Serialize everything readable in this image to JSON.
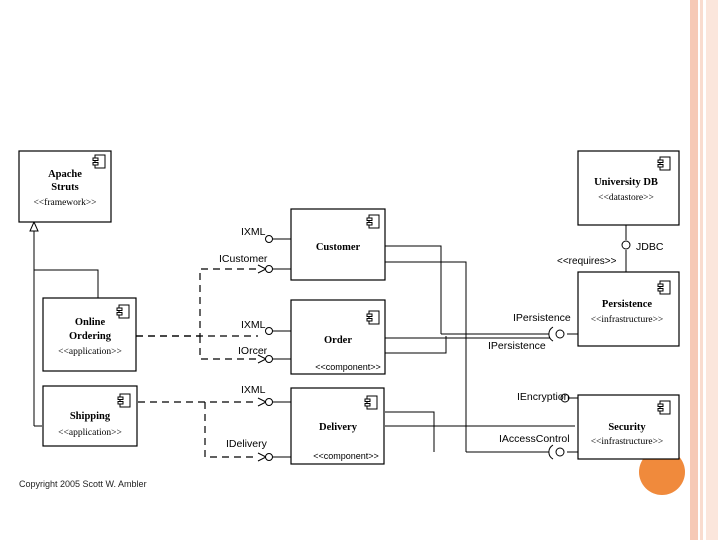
{
  "diagram": {
    "components": {
      "apache_struts": {
        "name_line1": "Apache",
        "name_line2": "Struts",
        "stereotype": "<<framework>>"
      },
      "online_ordering": {
        "name_line1": "Online",
        "name_line2": "Ordering",
        "stereotype": "<<application>>"
      },
      "shipping": {
        "name": "Shipping",
        "stereotype": "<<application>>"
      },
      "customer": {
        "name": "Customer"
      },
      "order": {
        "name": "Order",
        "stereotype": "<<component>>"
      },
      "delivery": {
        "name": "Delivery",
        "stereotype": "<<component>>"
      },
      "university_db": {
        "name": "University DB",
        "stereotype": "<<datastore>>"
      },
      "persistence": {
        "name": "Persistence",
        "stereotype": "<<infrastructure>>"
      },
      "security": {
        "name": "Security",
        "stereotype": "<<infrastructure>>"
      }
    },
    "interfaces": {
      "customer_ixml": "IXML",
      "icustomer": "ICustomer",
      "order_ixml": "IXML",
      "iorder": "IOrcer",
      "delivery_ixml": "IXML",
      "idelivery": "IDelivery",
      "jdbc": "JDBC",
      "requires": "<<requires>>",
      "ipersistence_provided": "IPersistence",
      "ipersistence_required": "IPersistence",
      "iencryption": "IEncryption",
      "iaccesscontrol": "IAccessControl"
    },
    "copyright": "Copyright 2005 Scott W. Ambler"
  },
  "colors": {
    "accent": "#f08a3c",
    "frame": "#f6c9b6"
  }
}
